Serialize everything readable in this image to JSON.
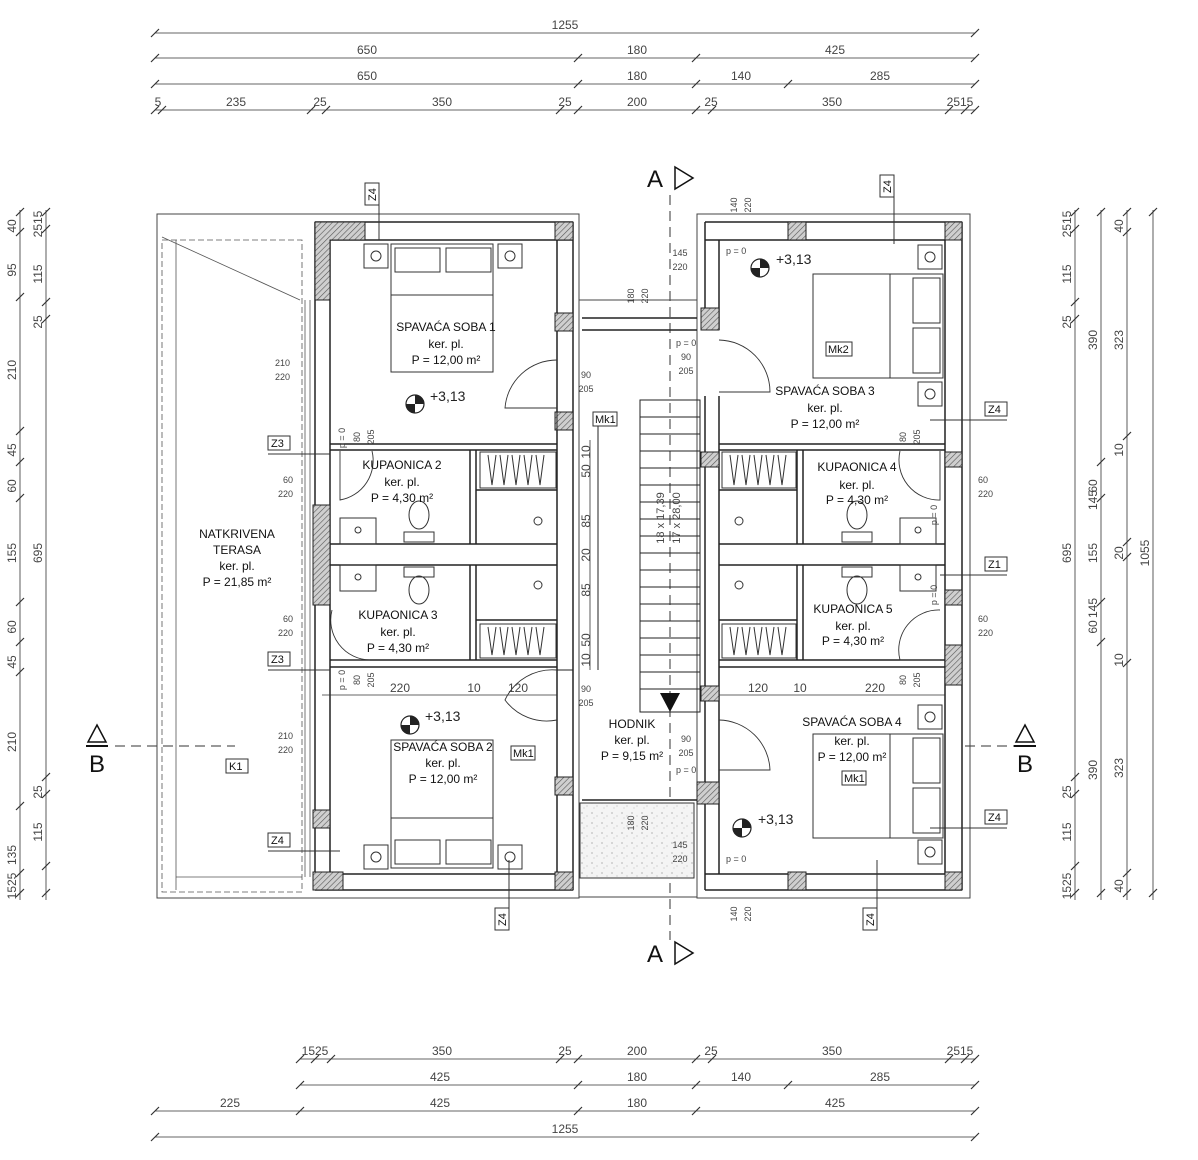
{
  "rooms": {
    "spavaca_1": {
      "name": "SPAVAĆA SOBA 1",
      "floor": "ker. pl.",
      "area": "P = 12,00 m²"
    },
    "spavaca_2": {
      "name": "SPAVAĆA SOBA 2",
      "floor": "ker. pl.",
      "area": "P = 12,00 m²"
    },
    "spavaca_3": {
      "name": "SPAVAĆA SOBA 3",
      "floor": "ker. pl.",
      "area": "P = 12,00 m²"
    },
    "spavaca_4": {
      "name": "SPAVAĆA SOBA 4",
      "floor": "ker. pl.",
      "area": "P = 12,00 m²"
    },
    "kupaonica_2": {
      "name": "KUPAONICA 2",
      "floor": "ker. pl.",
      "area": "P = 4,30 m²"
    },
    "kupaonica_3": {
      "name": "KUPAONICA 3",
      "floor": "ker. pl.",
      "area": "P = 4,30 m²"
    },
    "kupaonica_4": {
      "name": "KUPAONICA 4",
      "floor": "ker. pl.",
      "area": "P = 4,30 m²"
    },
    "kupaonica_5": {
      "name": "KUPAONICA 5",
      "floor": "ker. pl.",
      "area": "P = 4,30 m²"
    },
    "terasa": {
      "name1": "NATKRIVENA",
      "name2": "TERASA",
      "floor": "ker. pl.",
      "area": "P = 21,85 m²"
    },
    "hodnik": {
      "name": "HODNIK",
      "floor": "ker. pl.",
      "area": "P = 9,15 m²"
    }
  },
  "levels": {
    "value": "+3,13"
  },
  "sections": {
    "a": "A",
    "b": "B"
  },
  "stairs": {
    "line1": "18 x 17,39",
    "line2": "17 x 28,00"
  },
  "tags": {
    "z1": "Z1",
    "z3": "Z3",
    "z4": "Z4",
    "k1": "K1",
    "mk1": "Mk1",
    "mk2": "Mk2"
  },
  "openings": {
    "o210_220": [
      "210",
      "220"
    ],
    "o60_220": [
      "60",
      "220"
    ],
    "o90_205": [
      "90",
      "205"
    ],
    "o80_205": [
      "80",
      "205"
    ],
    "o145_220": [
      "145",
      "220"
    ],
    "o140_220": [
      "140",
      "220"
    ],
    "o180_220": [
      "180",
      "220"
    ],
    "p0": "p = 0"
  },
  "dimensions": {
    "top": {
      "row1": [
        "1255"
      ],
      "row2": [
        "650",
        "180",
        "425"
      ],
      "row3": [
        "650",
        "180",
        "140",
        "285"
      ],
      "row4": [
        "5",
        "235",
        "25",
        "350",
        "25",
        "200",
        "25",
        "350",
        "2515"
      ]
    },
    "bottom": {
      "row1": [
        "1525",
        "350",
        "25",
        "200",
        "25",
        "350",
        "2515"
      ],
      "row2": [
        "425",
        "180",
        "140",
        "285"
      ],
      "row3": [
        "225",
        "425",
        "180",
        "425"
      ],
      "row4": [
        "1255"
      ]
    },
    "left": {
      "outer": [
        "40",
        "95",
        "210",
        "45",
        "60",
        "155",
        "60",
        "45",
        "210",
        "135",
        "1525"
      ],
      "inner": [
        "2515",
        "115",
        "25",
        "695",
        "25",
        "115"
      ]
    },
    "right": {
      "c1": [
        "2515",
        "115",
        "25",
        "695",
        "25",
        "115",
        "1525"
      ],
      "c2": [
        "390",
        "60",
        "145",
        "155",
        "145",
        "60",
        "390"
      ],
      "c3": [
        "40",
        "323",
        "10",
        "20",
        "10",
        "323",
        "40"
      ],
      "c4": [
        "1055"
      ]
    },
    "interior": {
      "bath_cols": [
        "10",
        "50",
        "85",
        "20",
        "85",
        "50",
        "10"
      ],
      "mid_row_left": [
        "220",
        "10",
        "120"
      ],
      "mid_row_right": [
        "120",
        "10",
        "220"
      ]
    }
  }
}
